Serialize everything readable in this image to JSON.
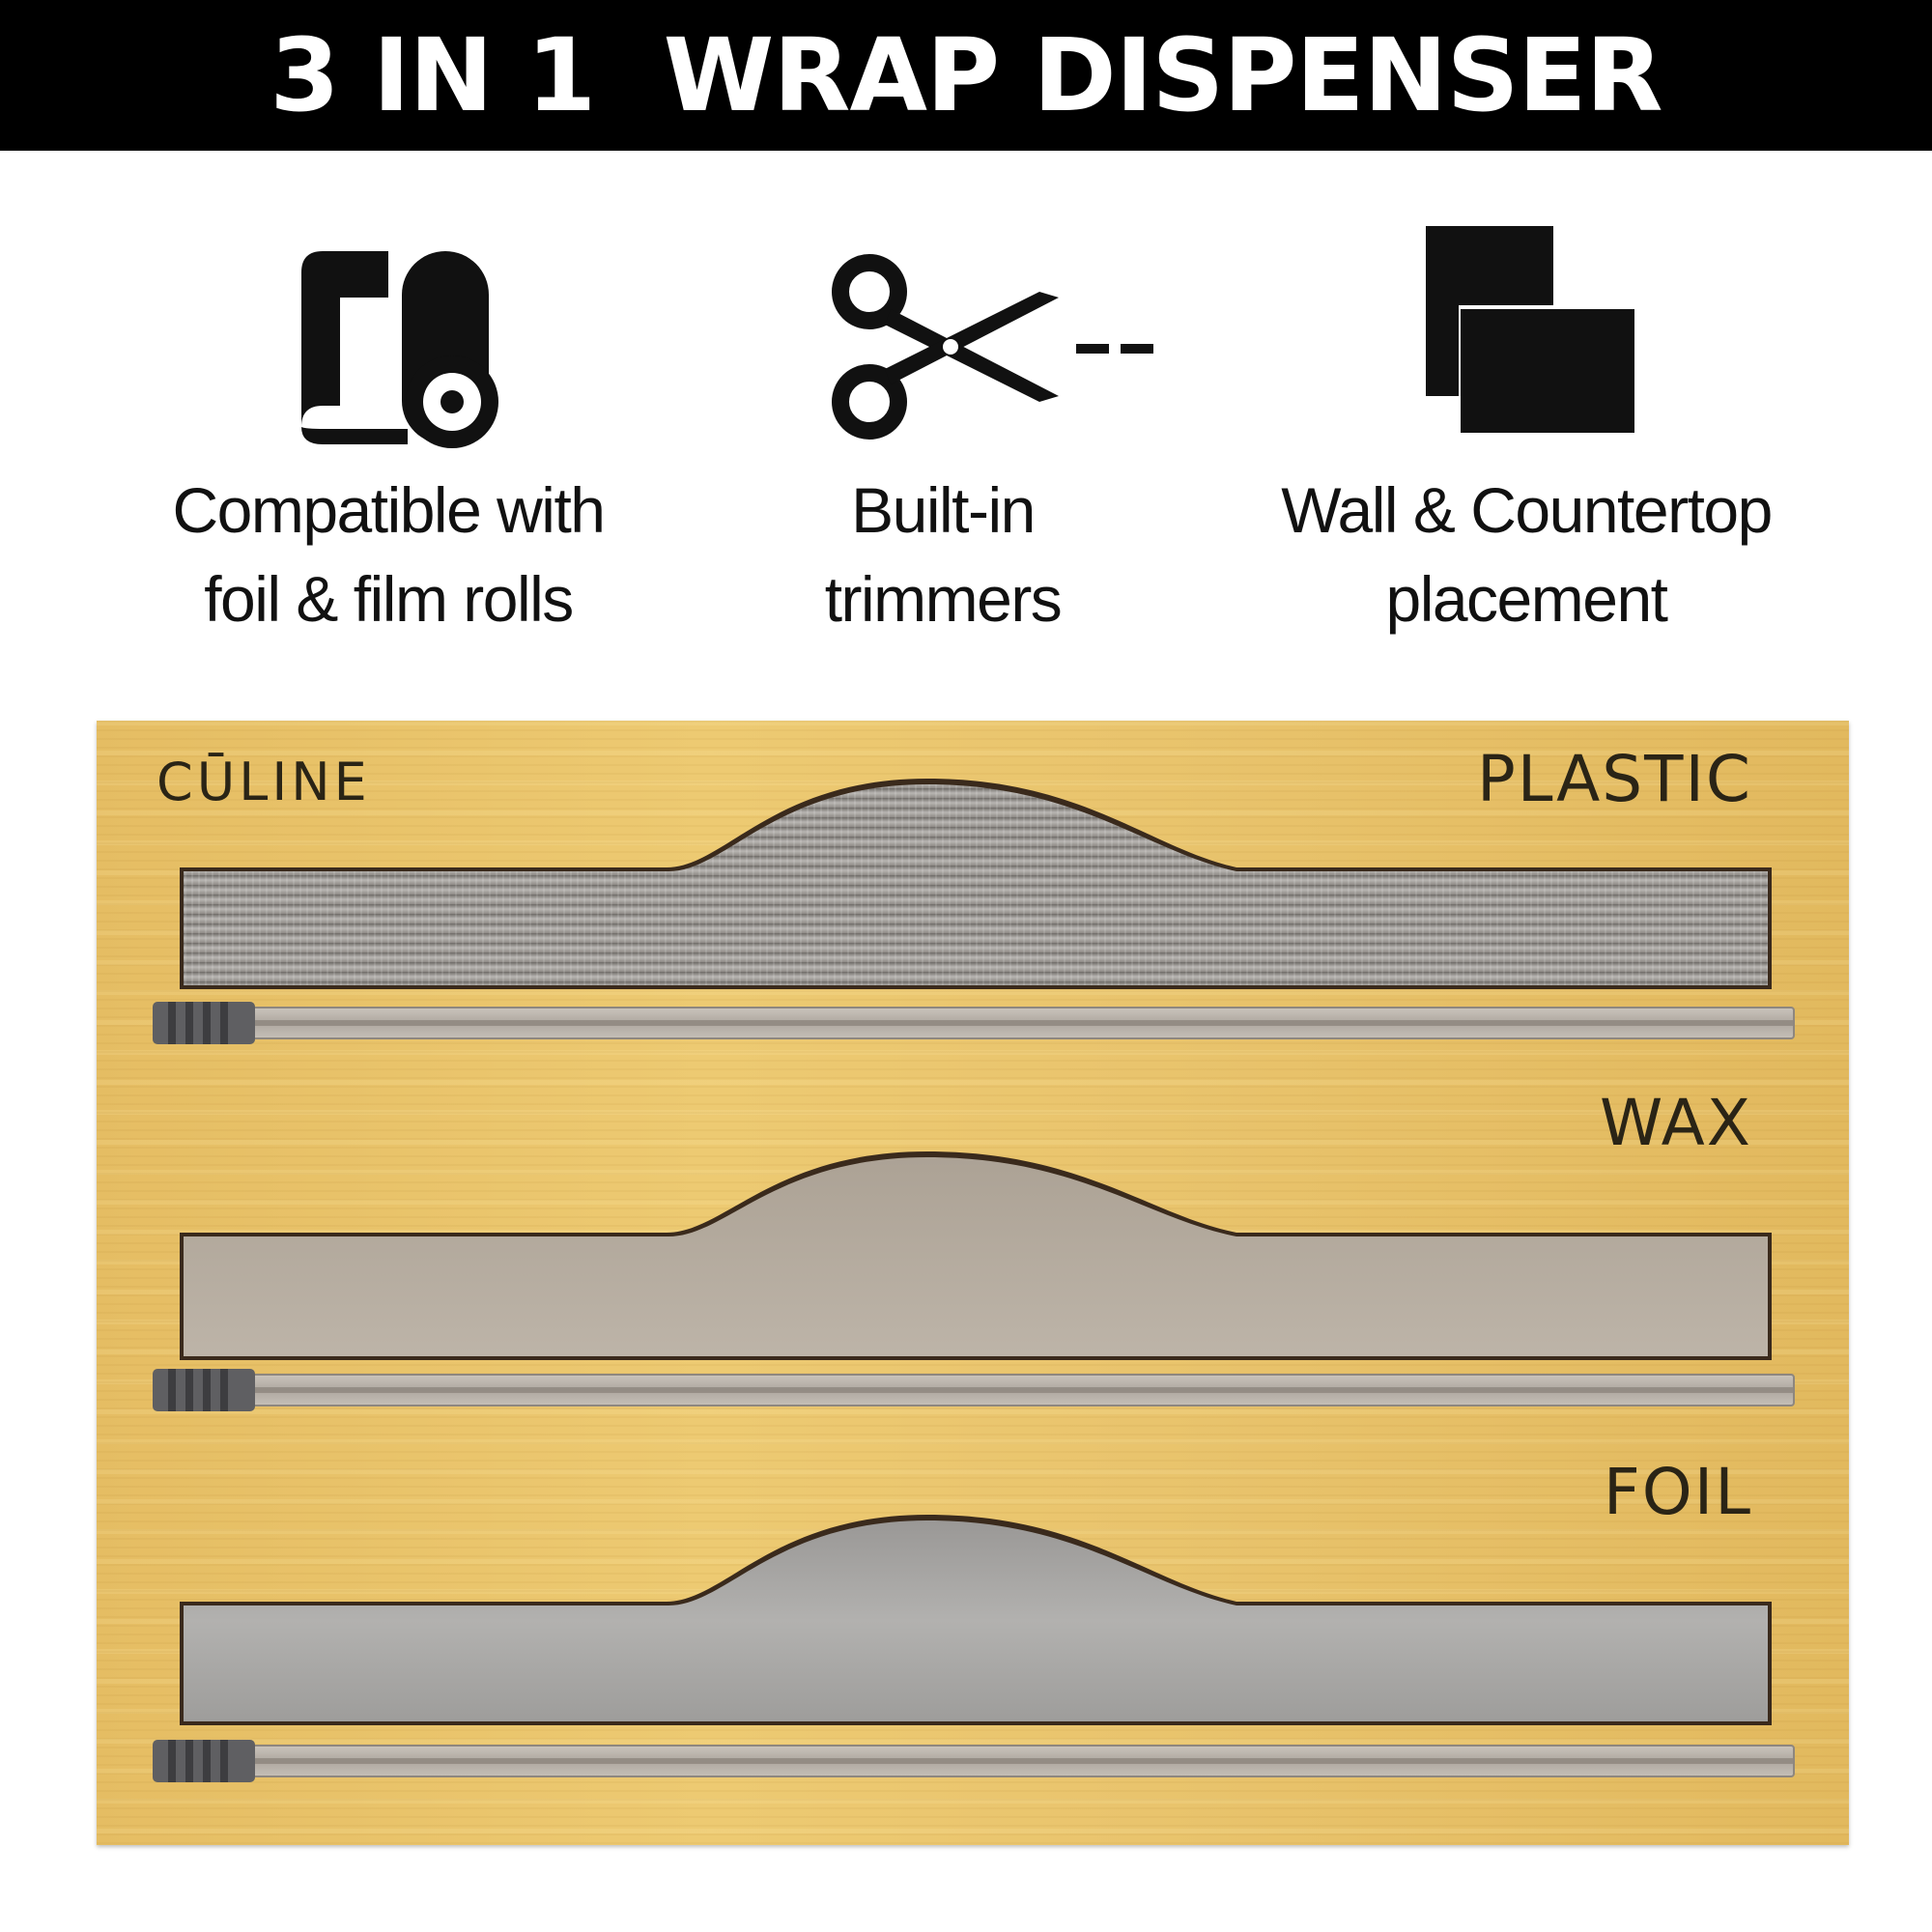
{
  "banner": {
    "title": "3 IN 1  WRAP DISPENSER"
  },
  "features": [
    {
      "icon": "wrap-roll-icon",
      "line1": "Compatible with",
      "line2": "foil & film rolls"
    },
    {
      "icon": "scissors-icon",
      "line1": "Built-in",
      "line2": "trimmers"
    },
    {
      "icon": "stacked-squares-icon",
      "line1": "Wall & Countertop",
      "line2": "placement"
    }
  ],
  "product": {
    "brand": "CŪLINE",
    "lanes": [
      {
        "label": "PLASTIC",
        "color": "#a9a6a3"
      },
      {
        "label": "WAX",
        "color": "#b3aa9e"
      },
      {
        "label": "FOIL",
        "color": "#a8a7a5"
      }
    ]
  },
  "colors": {
    "banner": "#000000",
    "bamboo": "#e9c46d",
    "cutter": "#5f5f62"
  }
}
